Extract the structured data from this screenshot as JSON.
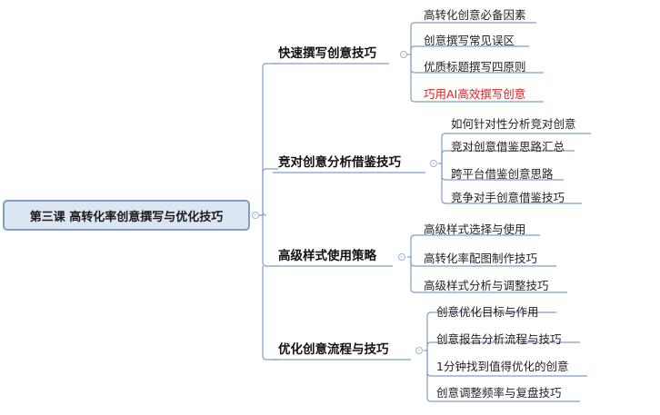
{
  "root": {
    "label": "第三课 高转化率创意撰写与优化技巧"
  },
  "branches": [
    {
      "label": "快速撰写创意技巧",
      "children": [
        {
          "label": "高转化创意必备因素"
        },
        {
          "label": "创意撰写常见误区"
        },
        {
          "label": "优质标题撰写四原则"
        },
        {
          "label": "巧用AI高效撰写创意",
          "highlight": "#e02020"
        }
      ]
    },
    {
      "label": "竞对创意分析借鉴技巧",
      "children": [
        {
          "label": "如何针对性分析竞对创意"
        },
        {
          "label": "竞对创意借鉴思路汇总"
        },
        {
          "label": "跨平台借鉴创意思路"
        },
        {
          "label": "竞争对手创意借鉴技巧"
        }
      ]
    },
    {
      "label": "高级样式使用策略",
      "children": [
        {
          "label": "高级样式选择与使用"
        },
        {
          "label": "高转化率配图制作技巧"
        },
        {
          "label": "高级样式分析与调整技巧"
        }
      ]
    },
    {
      "label": "优化创意流程与技巧",
      "children": [
        {
          "label": "创意优化目标与作用"
        },
        {
          "label": "创意报告分析流程与技巧"
        },
        {
          "label": "1分钟找到值得优化的创意"
        },
        {
          "label": "创意调整频率与复盘技巧"
        }
      ]
    }
  ],
  "colors": {
    "line": "#7f9fc9",
    "root_fill": "#dce6f2",
    "highlight": "#e02020"
  },
  "icons": {
    "toggle": "collapse-toggle-icon"
  }
}
